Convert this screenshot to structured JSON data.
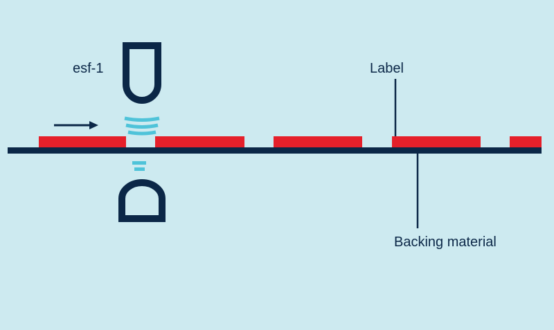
{
  "diagram": {
    "sensor_label": "esf-1",
    "label_text": "Label",
    "backing_text": "Backing material",
    "colors": {
      "background": "#cdeaf0",
      "dark": "#0b2747",
      "label_strip": "#e5202a",
      "signal": "#4fc3d9"
    },
    "icons": {
      "direction": "arrow-right-icon",
      "sensor_top": "sensor-emitter-icon",
      "sensor_bottom": "sensor-receiver-icon",
      "signal": "signal-wave-icon"
    }
  }
}
